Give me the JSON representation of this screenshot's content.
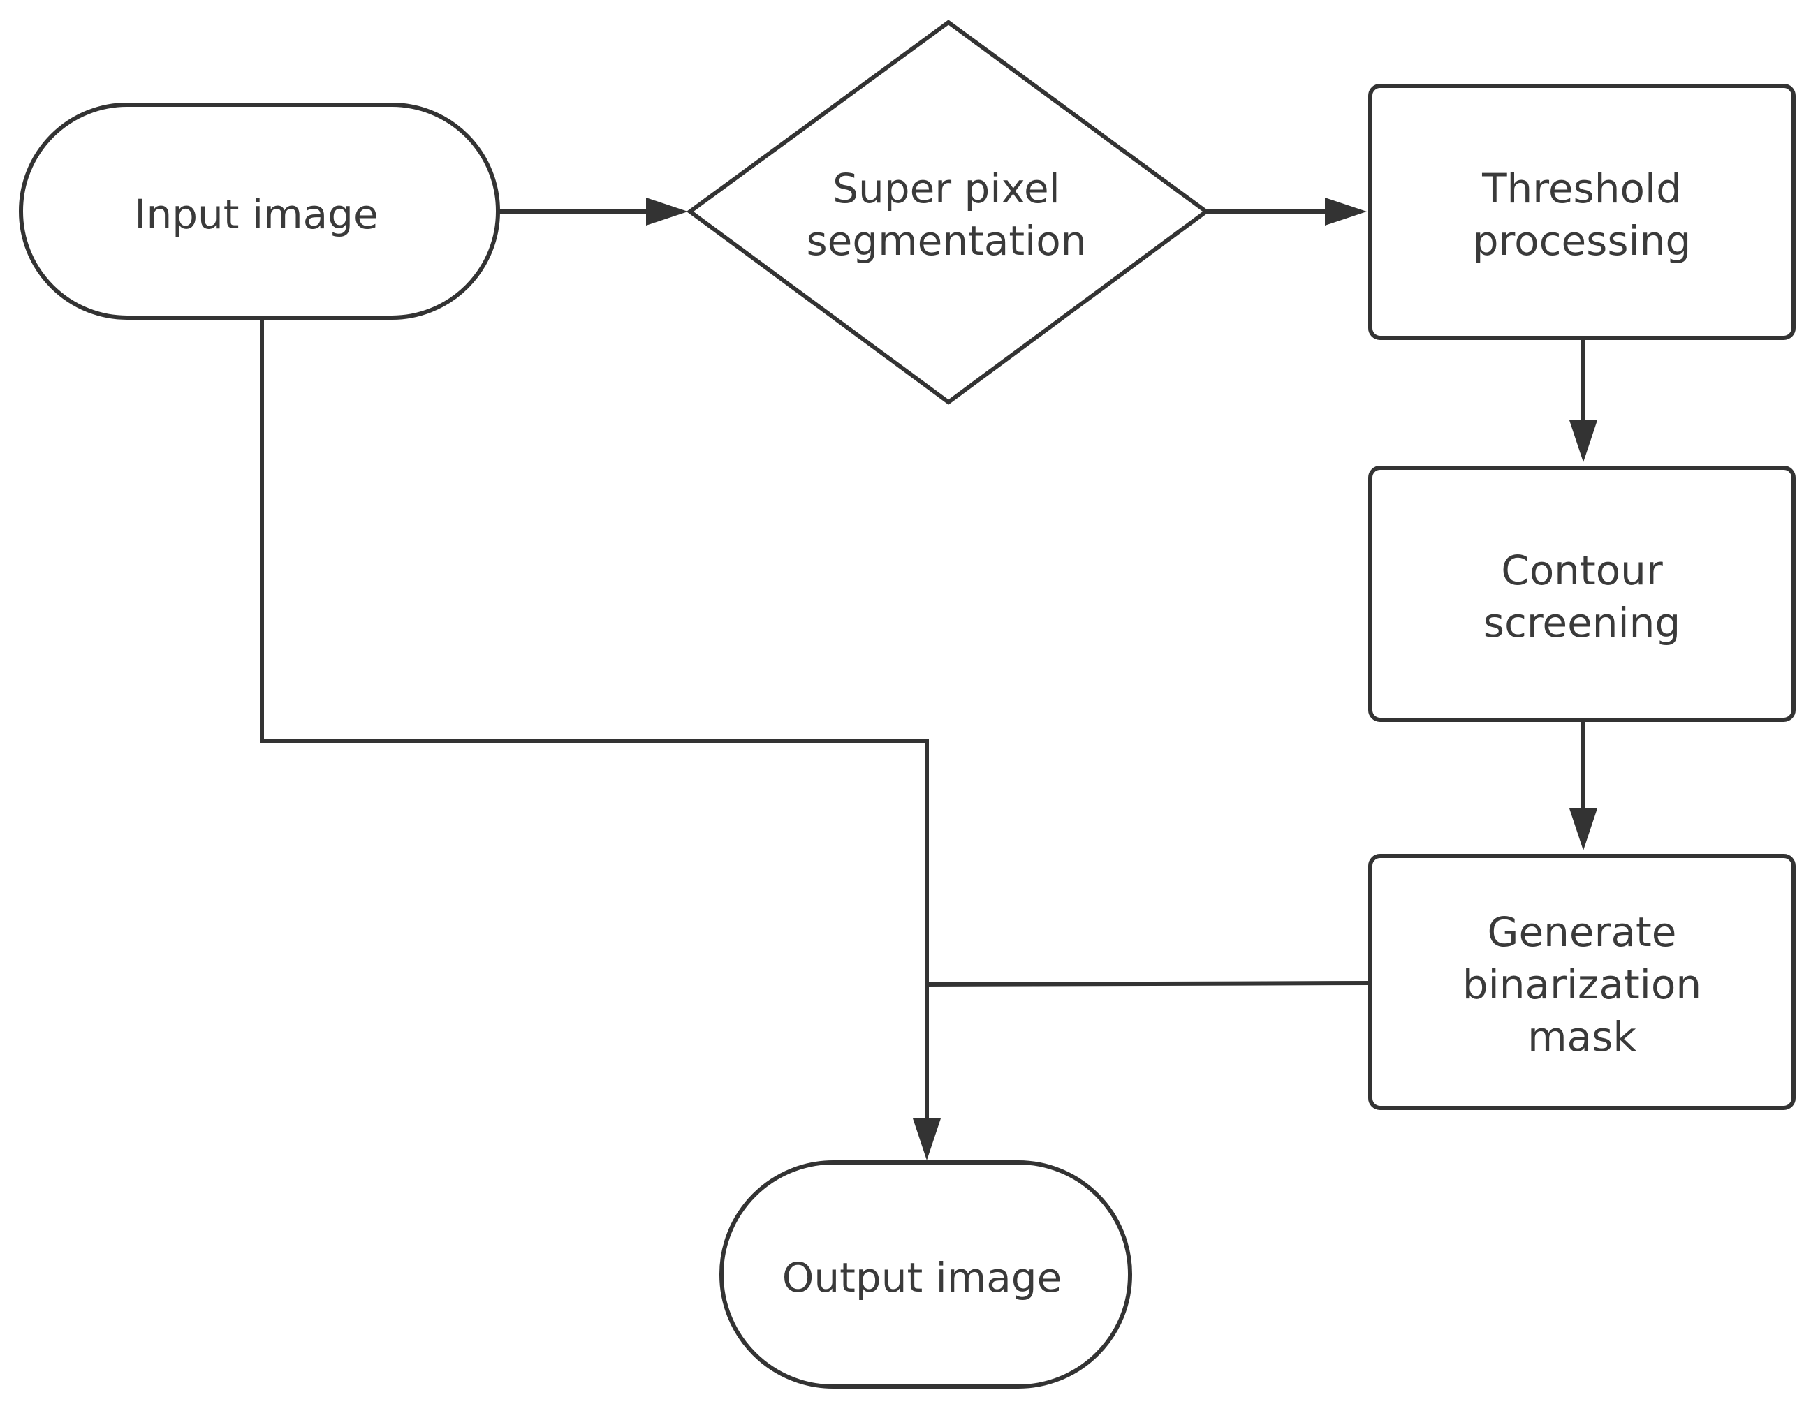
{
  "diagram": {
    "colors": {
      "stroke": "#333333",
      "text": "#3a3a3a",
      "background": "#ffffff"
    },
    "nodes": {
      "input_image": {
        "shape": "rounded-terminal",
        "lines": [
          "Input image"
        ]
      },
      "super_pixel": {
        "shape": "diamond",
        "lines": [
          "Super pixel",
          "segmentation"
        ]
      },
      "threshold": {
        "shape": "rectangle",
        "lines": [
          "Threshold",
          "processing"
        ]
      },
      "contour": {
        "shape": "rectangle",
        "lines": [
          "Contour",
          "screening"
        ]
      },
      "binarization": {
        "shape": "rectangle",
        "lines": [
          "Generate",
          "binarization",
          "mask"
        ]
      },
      "output_image": {
        "shape": "rounded-terminal",
        "lines": [
          "Output image"
        ]
      }
    },
    "edges": [
      {
        "from": "input_image",
        "to": "super_pixel"
      },
      {
        "from": "super_pixel",
        "to": "threshold"
      },
      {
        "from": "threshold",
        "to": "contour"
      },
      {
        "from": "contour",
        "to": "binarization"
      },
      {
        "from": "input_image",
        "to": "output_image"
      },
      {
        "from": "binarization",
        "to": "output_image"
      }
    ]
  }
}
